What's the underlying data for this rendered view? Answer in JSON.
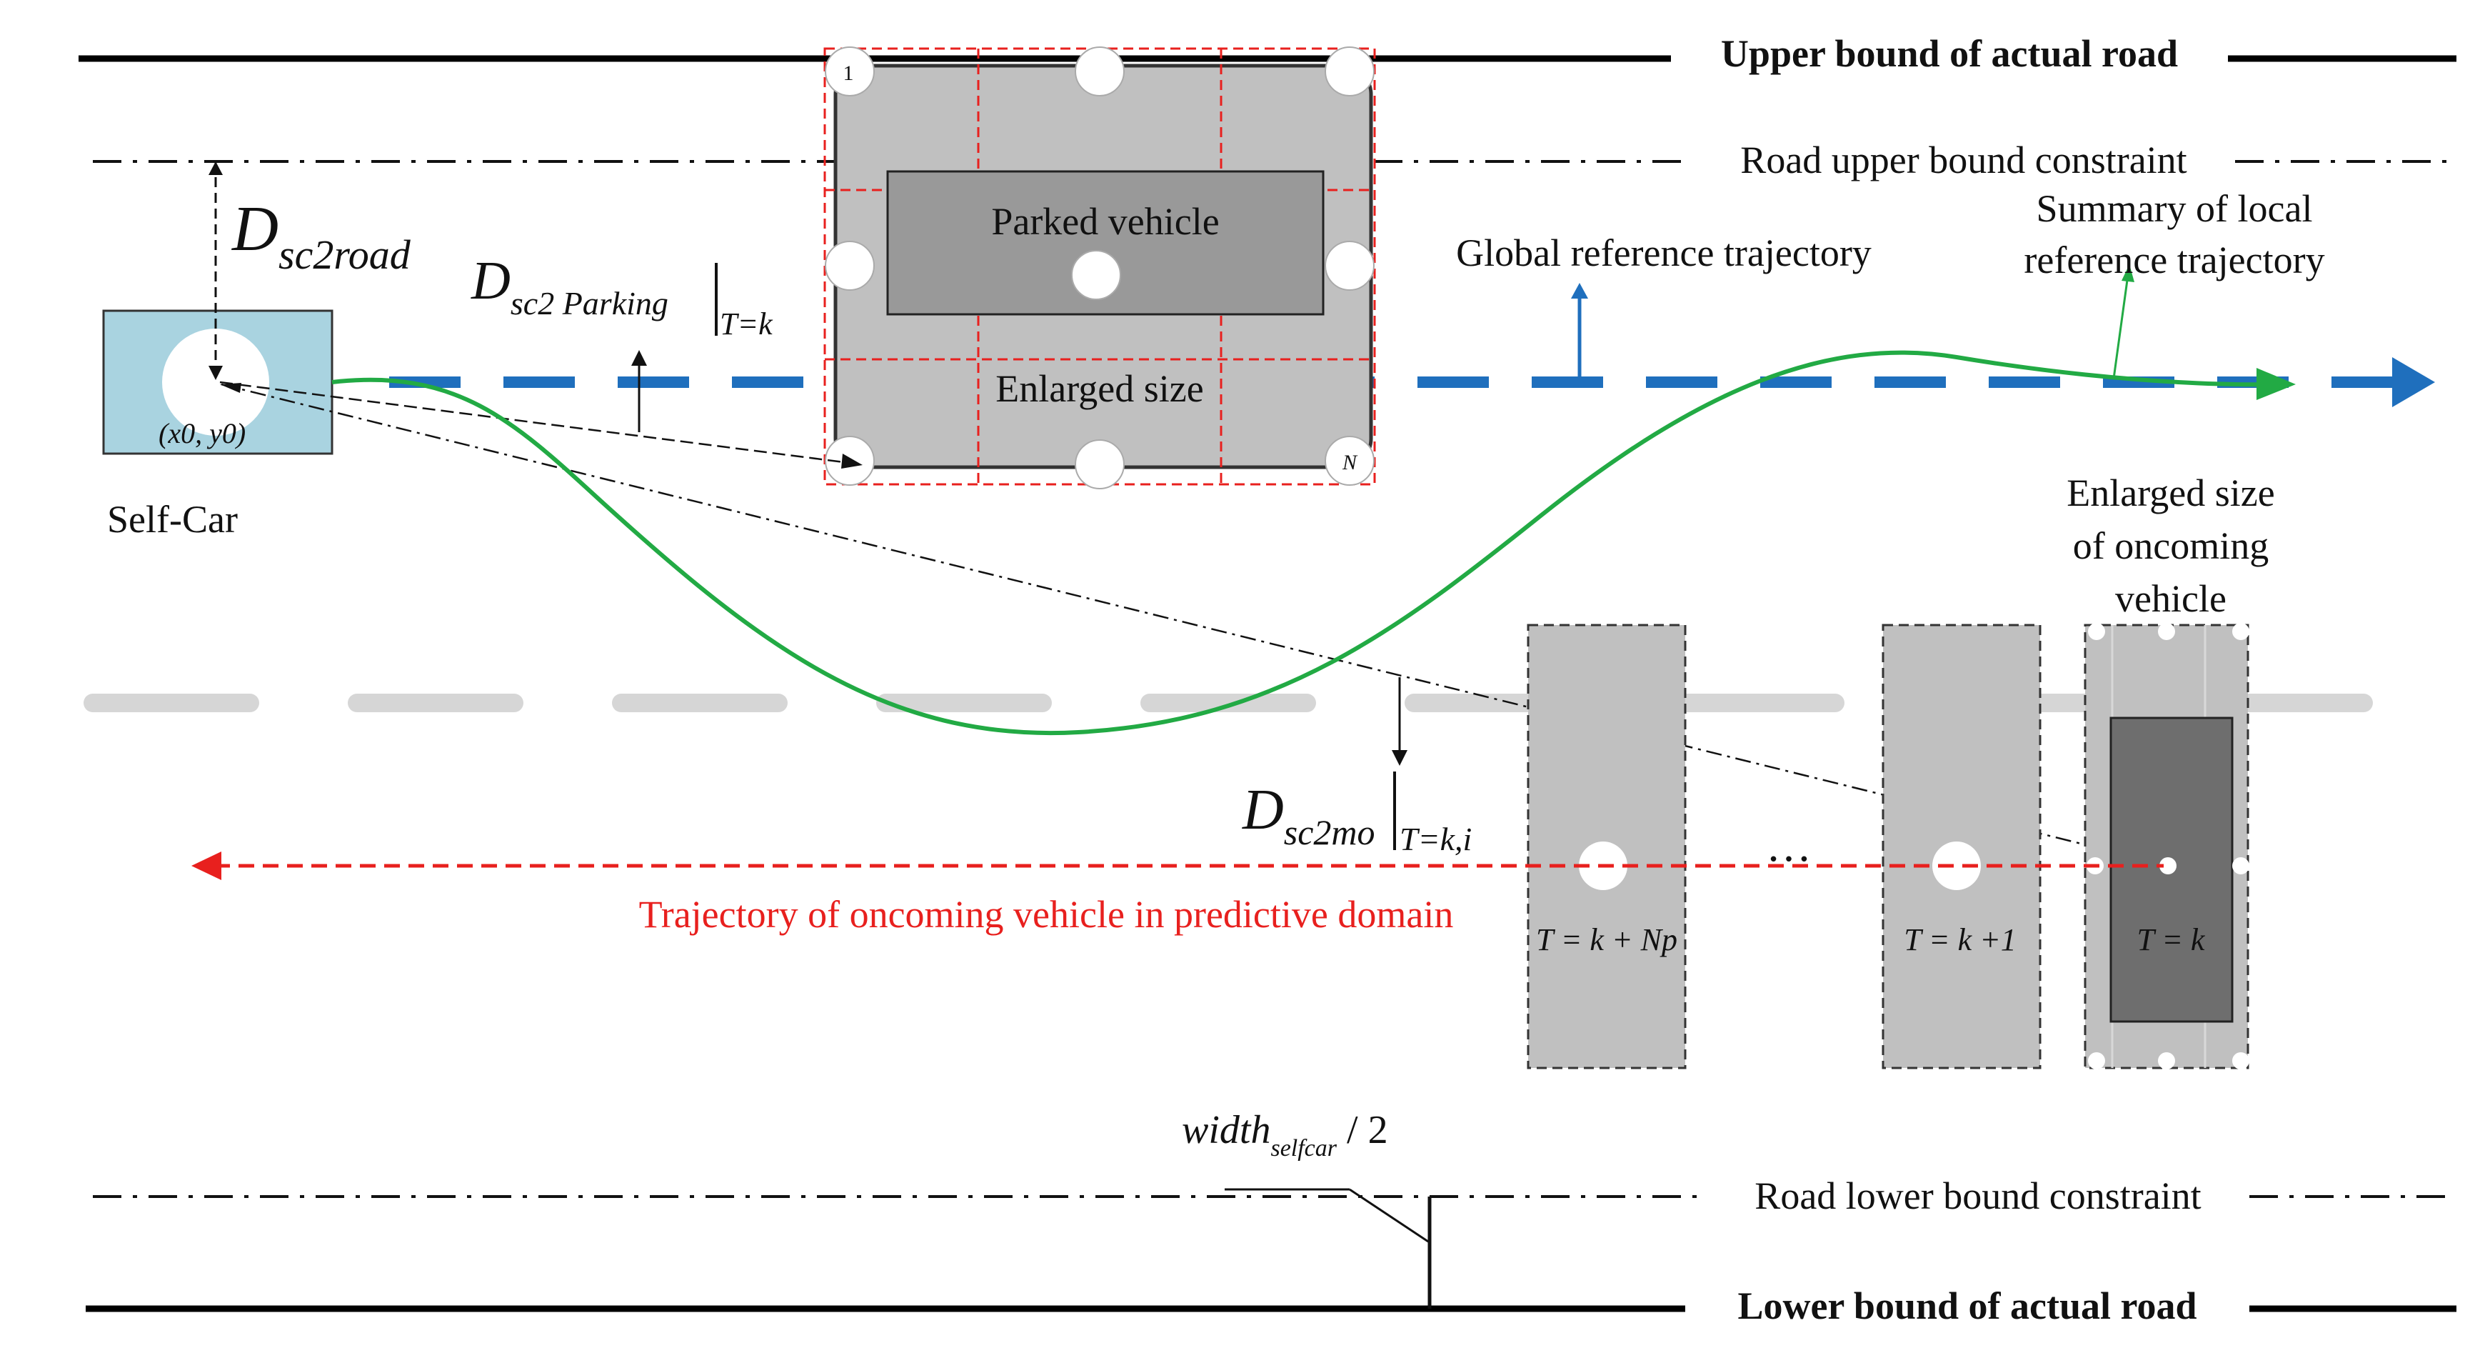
{
  "labels": {
    "upper_bound": "Upper bound of actual road",
    "road_upper_constraint": "Road upper bound constraint",
    "summary_local_line1": "Summary of local",
    "summary_local_line2": "reference trajectory",
    "global_reference": "Global reference trajectory",
    "parked_vehicle": "Parked vehicle",
    "enlarged_size": "Enlarged size",
    "self_car": "Self-Car",
    "enlarged_oncoming_line1": "Enlarged size",
    "enlarged_oncoming_line2": "of oncoming",
    "enlarged_oncoming_line3": "vehicle",
    "oncoming_trajectory": "Trajectory of oncoming vehicle  in predictive domain",
    "road_lower_constraint": "Road lower bound constraint",
    "lower_bound": "Lower bound of actual road",
    "corner_first": "1",
    "corner_last": "N",
    "ellipsis": "…"
  },
  "math": {
    "d_sc2road_main": "D",
    "d_sc2road_sub": "sc2road",
    "d_sc2parking_main": "D",
    "d_sc2parking_sub": "sc2 Parking",
    "d_sc2parking_eval": "T=k",
    "d_sc2mo_main": "D",
    "d_sc2mo_sub": "sc2mo",
    "d_sc2mo_eval": "T=k,i",
    "origin": "(x0, y0)",
    "width_main": "width",
    "width_sub": "selfcar",
    "width_rest": " / 2",
    "t_knp": "T = k + Np",
    "t_k1": "T = k +1",
    "t_k": "T = k"
  },
  "colors": {
    "self_car_fill": "#a9d3e0",
    "global_ref": "#1f6fbd",
    "local_ref": "#22aa44",
    "oncoming_traj": "#e8201e",
    "enlarged_grey": "#c0c0c0",
    "parked_dark": "#999999",
    "lane_divider": "#d6d6d6"
  }
}
